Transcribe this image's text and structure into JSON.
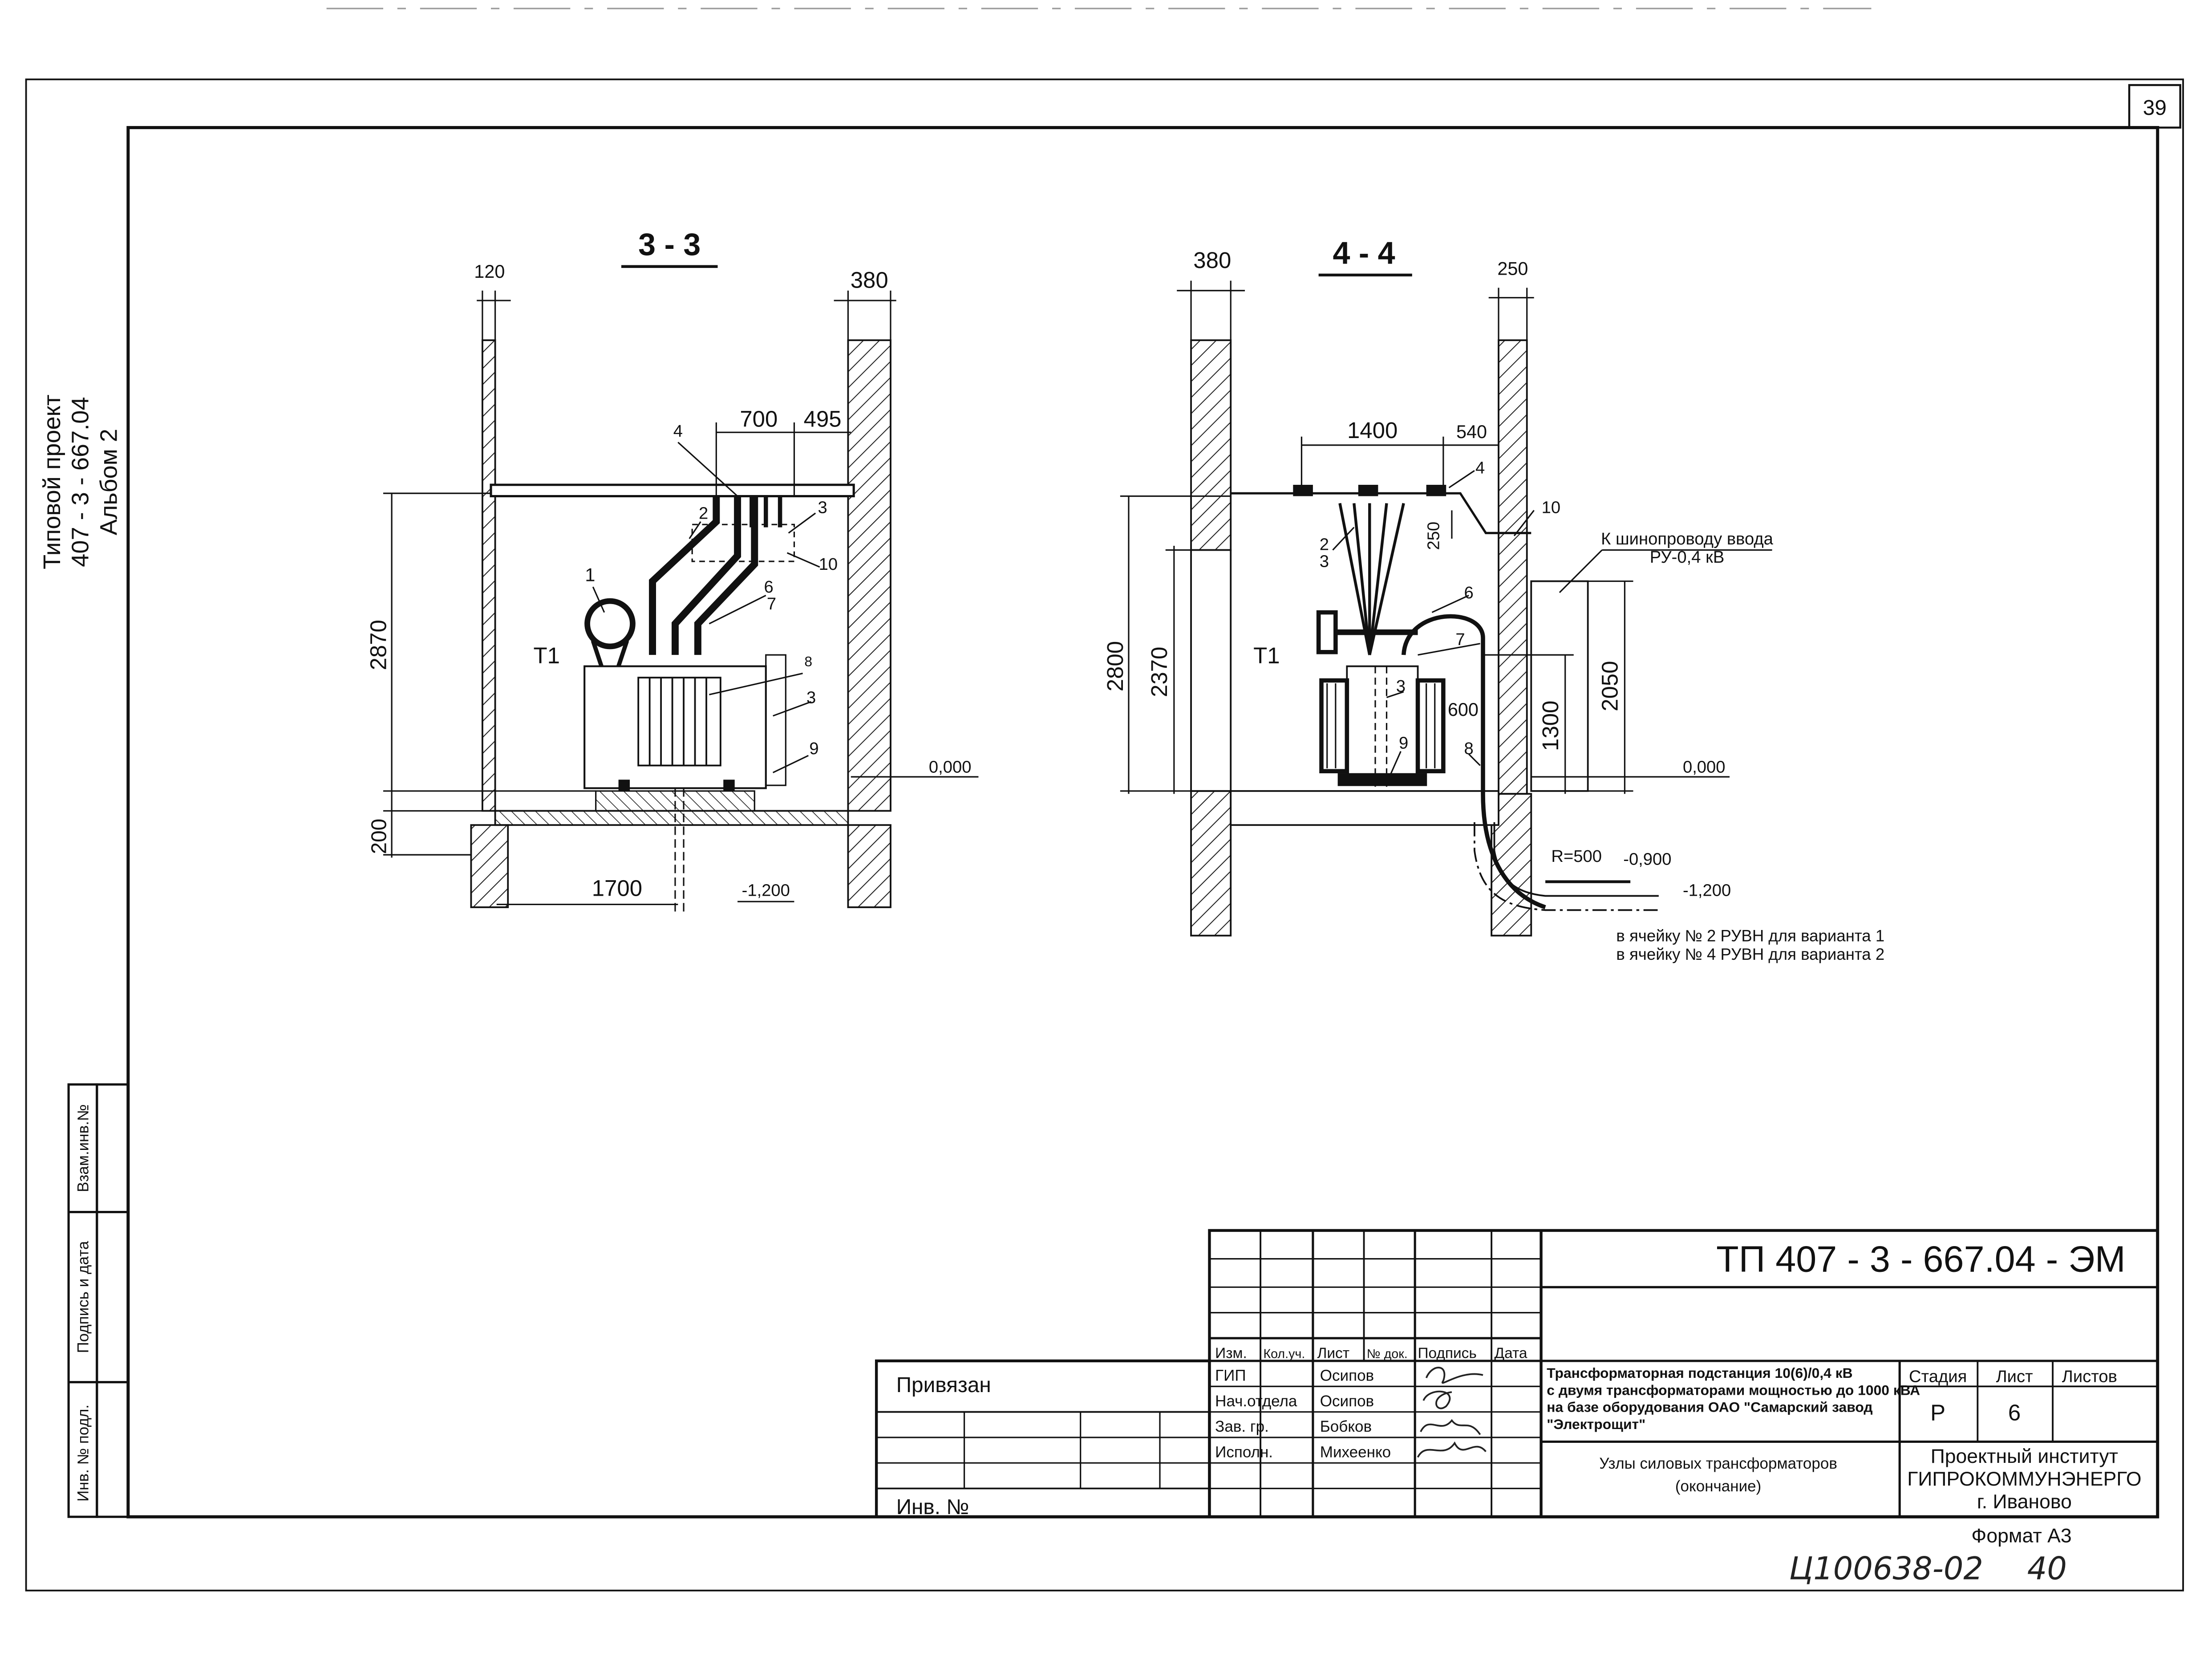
{
  "sheet": {
    "page_number": "39",
    "side_stamp": {
      "line1": "Типовой проект",
      "line2": "407 - 3 - 667.04",
      "line3": "Альбом 2"
    },
    "side_columns": {
      "col1": "Взам.инв.№",
      "col2": "Подпись и дата",
      "col3": "Инв. № подл."
    },
    "bottom_format": "Формат А3",
    "handwritten_number": "Ц100638-02",
    "handwritten_sheet": "40"
  },
  "section_3_3": {
    "title": "3 - 3",
    "dims": {
      "d120": "120",
      "d380": "380",
      "d700": "700",
      "d495": "495",
      "d2870": "2870",
      "d200": "200",
      "d1700": "1700"
    },
    "levels": {
      "zero": "0,000",
      "minus1200": "-1,200"
    },
    "label_t1": "T1",
    "callouts": {
      "c1": "1",
      "c2": "2",
      "c3a": "3",
      "c3b": "3",
      "c4": "4",
      "c6": "6",
      "c7": "7",
      "c8": "8",
      "c9": "9",
      "c10": "10"
    }
  },
  "section_4_4": {
    "title": "4 - 4",
    "dims": {
      "d380": "380",
      "d250top": "250",
      "d1400": "1400",
      "d540": "540",
      "d250": "250",
      "d2800": "2800",
      "d2370": "2370",
      "d2050": "2050",
      "d1300": "1300",
      "d600": "600"
    },
    "levels": {
      "zero": "0,000",
      "minus900": "-0,900",
      "minus1200": "-1,200",
      "radius": "R=500"
    },
    "label_t1": "T1",
    "bus_note": {
      "line1": "К шинопроводу ввода",
      "line2": "РУ-0,4 кВ"
    },
    "cell_note": {
      "line1": "в ячейку № 2 РУВН для варианта 1",
      "line2": "в ячейку № 4 РУВН для варианта 2"
    },
    "callouts": {
      "c2": "2",
      "c3a": "3",
      "c3b": "3",
      "c4": "4",
      "c6": "6",
      "c7": "7",
      "c8": "8",
      "c9": "9",
      "c10": "10"
    }
  },
  "title_block": {
    "doc_code": "ТП 407 - 3 - 667.04 - ЭМ",
    "headers": {
      "izm": "Изм.",
      "koluch": "Кол.уч.",
      "list": "Лист",
      "ndok": "№ док.",
      "podpis": "Подпись",
      "data": "Дата"
    },
    "rows": [
      {
        "role": "ГИП",
        "name": "Осипов"
      },
      {
        "role": "Нач.отдела",
        "name": "Осипов"
      },
      {
        "role": "Зав. гр.",
        "name": "Бобков"
      },
      {
        "role": "Исполн.",
        "name": "Михеенко"
      }
    ],
    "privyazan": "Привязан",
    "inv_no": "Инв. №",
    "project_title": {
      "line1": "Трансформаторная подстанция 10(6)/0,4 кВ",
      "line2": "с двумя трансформаторами мощностью до 1000 кВА",
      "line3": "на базе оборудования ОАО \"Самарский завод",
      "line4": "\"Электрощит\""
    },
    "sheet_title": {
      "line1": "Узлы силовых трансформаторов",
      "line2": "(окончание)"
    },
    "stage_label": "Стадия",
    "list_label": "Лист",
    "listov_label": "Листов",
    "stage_value": "Р",
    "list_value": "6",
    "org": {
      "line1": "Проектный институт",
      "line2": "ГИПРОКОММУНЭНЕРГО",
      "line3": "г. Иваново"
    }
  }
}
